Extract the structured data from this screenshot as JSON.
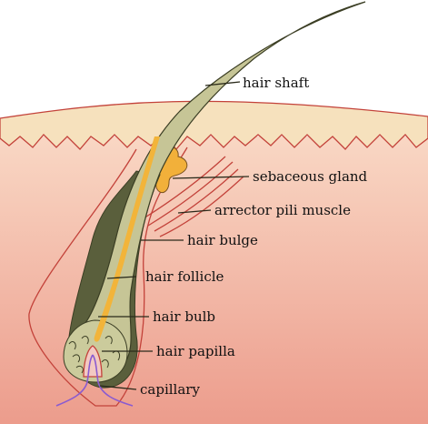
{
  "diagram": {
    "labels": {
      "hair_shaft": "hair shaft",
      "sebaceous_gland": "sebaceous gland",
      "arrector_pili_muscle": "arrector pili muscle",
      "hair_bulge": "hair bulge",
      "hair_follicle": "hair follicle",
      "hair_bulb": "hair bulb",
      "hair_papilla": "hair papilla",
      "capillary": "capillary"
    },
    "colors": {
      "epidermis": "#f6e1bd",
      "dermis_top": "#f9d7c4",
      "dermis_bottom": "#ec9c8c",
      "follicle_sheath": "#5a5f3c",
      "hair_shaft": "#c6c596",
      "hair_core": "#f2b43a",
      "sebaceous_gland": "#f2b03a",
      "outline_red": "#c3423a",
      "capillary": "#8a5bd0"
    }
  }
}
